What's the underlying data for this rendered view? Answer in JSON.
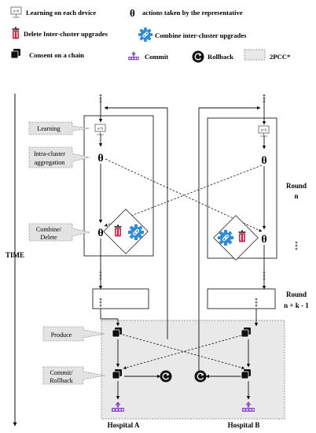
{
  "legend": {
    "learning": "Learning on each device",
    "theta": "actions taken by the representative",
    "delete": "Delete Inter-cluster upgrades",
    "combine": "Combine inter-cluster upgrades",
    "consent": "Consent on a chain",
    "commit": "Commit",
    "rollback": "Rollback",
    "pcc": "2PCC*"
  },
  "theta_symbol": "θ",
  "device_label": "a+b",
  "time_label": "TIME",
  "callouts": {
    "learning": "Learning",
    "intra": [
      "Intra-cluster",
      "aggregation"
    ],
    "combine": [
      "Combine/",
      "Delete"
    ],
    "produce": "Produce",
    "commit": [
      "Commit/",
      "Rollback"
    ]
  },
  "round_n": [
    "Round",
    "n"
  ],
  "round_nk": [
    "Round",
    "n + k - 1"
  ],
  "ellipsis": "...",
  "hospitals": [
    "Hospital A",
    "Hospital B"
  ],
  "colors": {
    "delete_red": "#c2264b",
    "combine_blue": "#2e8bd6",
    "commit_purple": "#8b4fc6",
    "callout_fill": "#e3e3e3",
    "pcc_fill": "#e9e9e9"
  }
}
